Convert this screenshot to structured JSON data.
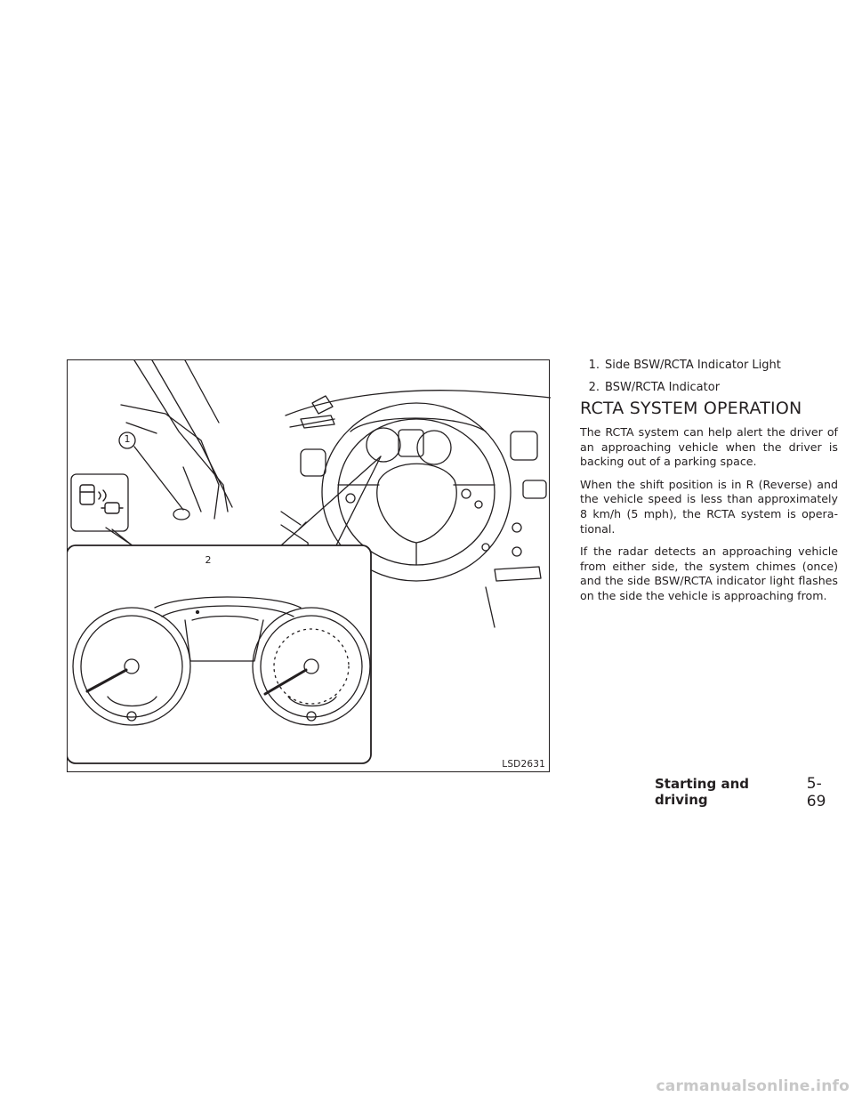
{
  "figure": {
    "code": "LSD2631",
    "callout_1": "1",
    "callout_2": "2"
  },
  "legend": [
    {
      "number": "1.",
      "label": "Side BSW/RCTA Indicator Light"
    },
    {
      "number": "2.",
      "label": "BSW/RCTA Indicator"
    }
  ],
  "section": {
    "title": "RCTA SYSTEM OPERATION",
    "paragraphs": [
      "The RCTA system can help alert the driver of an approaching vehicle when the driver is backing out of a parking space.",
      "When the shift position is in R (Reverse) and the vehicle speed is less than approximately 8 km/h (5 mph), the RCTA system is opera-tional.",
      "If the radar detects an approaching vehicle from either side, the system chimes (once) and the side BSW/RCTA indicator light flashes on the side the vehicle is approaching from."
    ]
  },
  "footer": {
    "chapter": "Starting and driving",
    "page": "5-69"
  },
  "watermark": "carmanualsonline.info"
}
